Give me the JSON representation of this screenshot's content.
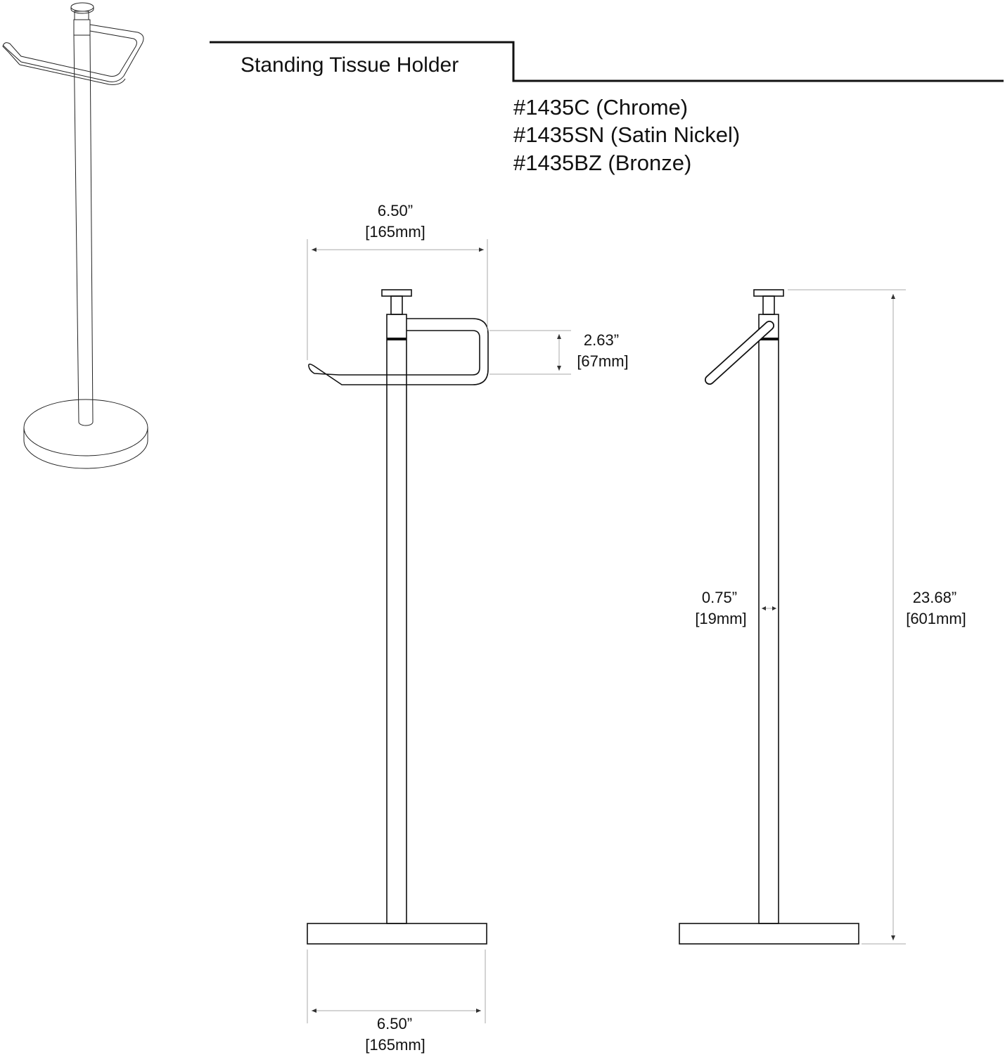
{
  "title": "Standing Tissue Holder",
  "models": [
    "#1435C (Chrome)",
    "#1435SN (Satin Nickel)",
    "#1435BZ (Bronze)"
  ],
  "dimensions": {
    "top_width": {
      "in": "6.50”",
      "mm": "[165mm]"
    },
    "arm_height": {
      "in": "2.63”",
      "mm": "[67mm]"
    },
    "pole_diameter": {
      "in": "0.75”",
      "mm": "[19mm]"
    },
    "total_height": {
      "in": "23.68”",
      "mm": "[601mm]"
    },
    "base_width": {
      "in": "6.50”",
      "mm": "[165mm]"
    }
  }
}
